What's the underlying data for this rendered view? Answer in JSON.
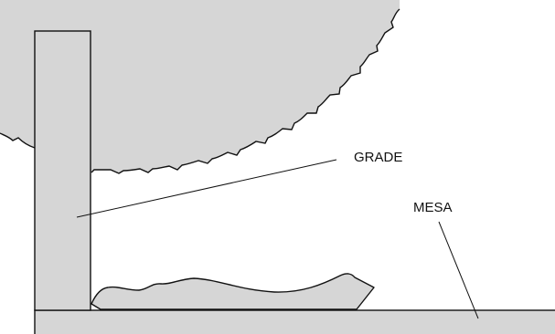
{
  "labels": {
    "fence": "GRADE",
    "table": "MESA"
  },
  "colors": {
    "part_fill": "#d6d6d6",
    "outline": "#111111",
    "background": "#ffffff"
  },
  "parts": [
    "saw-blade",
    "fence",
    "table",
    "workpiece"
  ]
}
